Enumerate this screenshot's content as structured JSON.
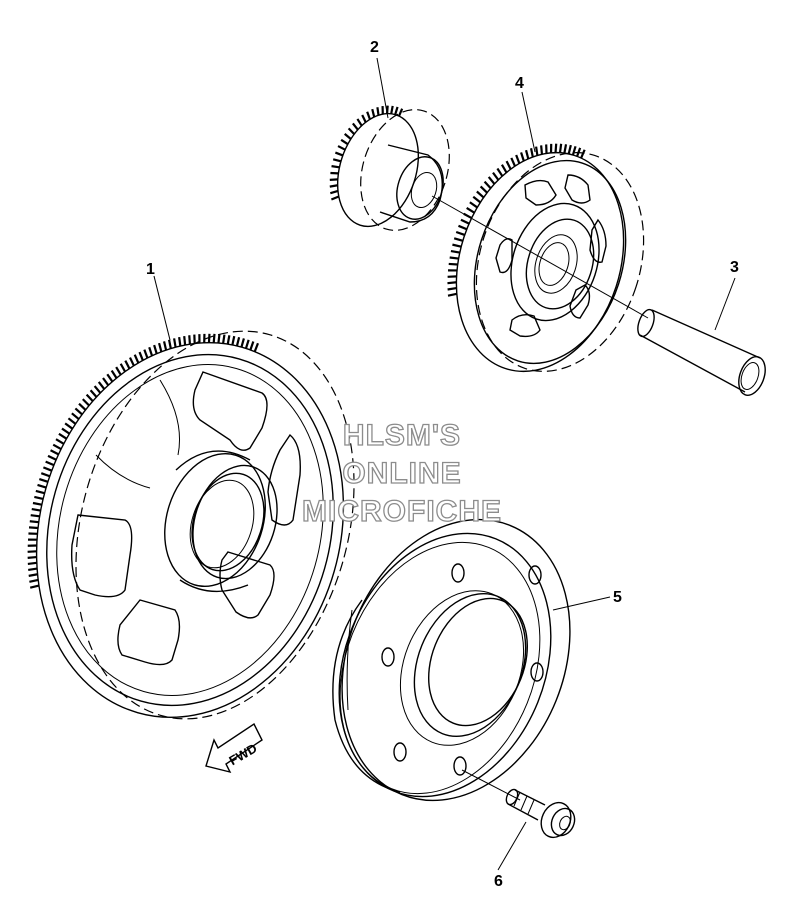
{
  "callouts": [
    {
      "id": "1"
    },
    {
      "id": "2"
    },
    {
      "id": "3"
    },
    {
      "id": "4"
    },
    {
      "id": "5"
    },
    {
      "id": "6"
    }
  ],
  "direction_arrow": {
    "label": "FWD"
  },
  "watermark": {
    "line1": "HLSM'S",
    "line2": "ONLINE",
    "line3": "MICROFICHE"
  }
}
